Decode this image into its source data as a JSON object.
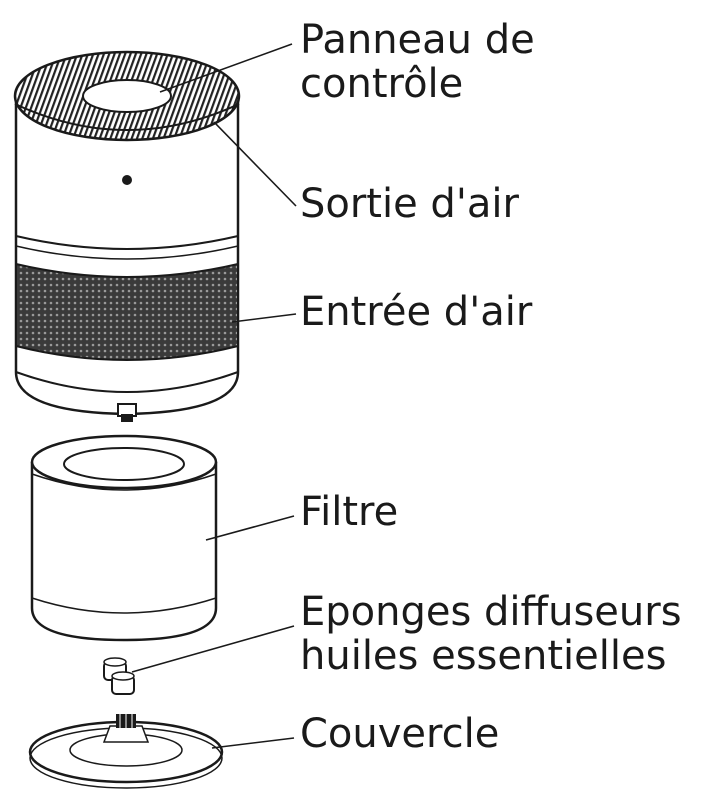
{
  "labels": {
    "control_panel": [
      "Panneau de",
      "contrôle"
    ],
    "air_outlet": "Sortie d'air",
    "air_inlet": "Entrée d'air",
    "filter": "Filtre",
    "sponges": [
      "Eponges diffuseurs",
      "huiles essentielles"
    ],
    "cover": "Couvercle"
  },
  "colors": {
    "line": "#1a1a1a",
    "fill": "#ffffff",
    "mesh": "#2a2a2a"
  }
}
